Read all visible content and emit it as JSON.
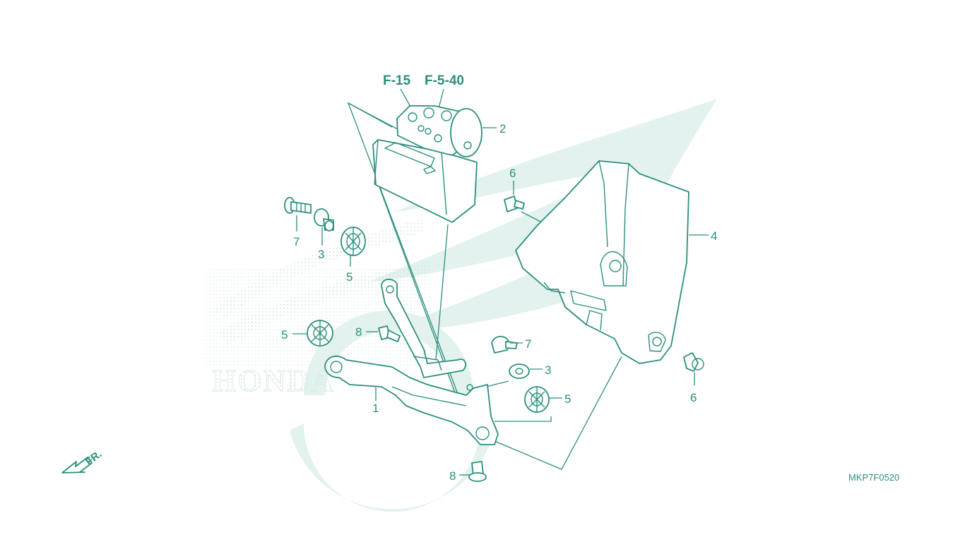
{
  "references": {
    "ref_a": "F-15",
    "ref_b": "F-5-40"
  },
  "callouts": {
    "c1": "1",
    "c2": "2",
    "c3a": "3",
    "c3b": "3",
    "c4": "4",
    "c5a": "5",
    "c5b": "5",
    "c5c": "5",
    "c6a": "6",
    "c6b": "6",
    "c7a": "7",
    "c7b": "7",
    "c8a": "8",
    "c8b": "8"
  },
  "direction_label": "FR.",
  "diagram_code": "MKP7F0520",
  "watermark_text": "HONDA",
  "colors": {
    "line": "#2a8f7d",
    "watermark": "#e3f2ee",
    "background": "#ffffff"
  }
}
